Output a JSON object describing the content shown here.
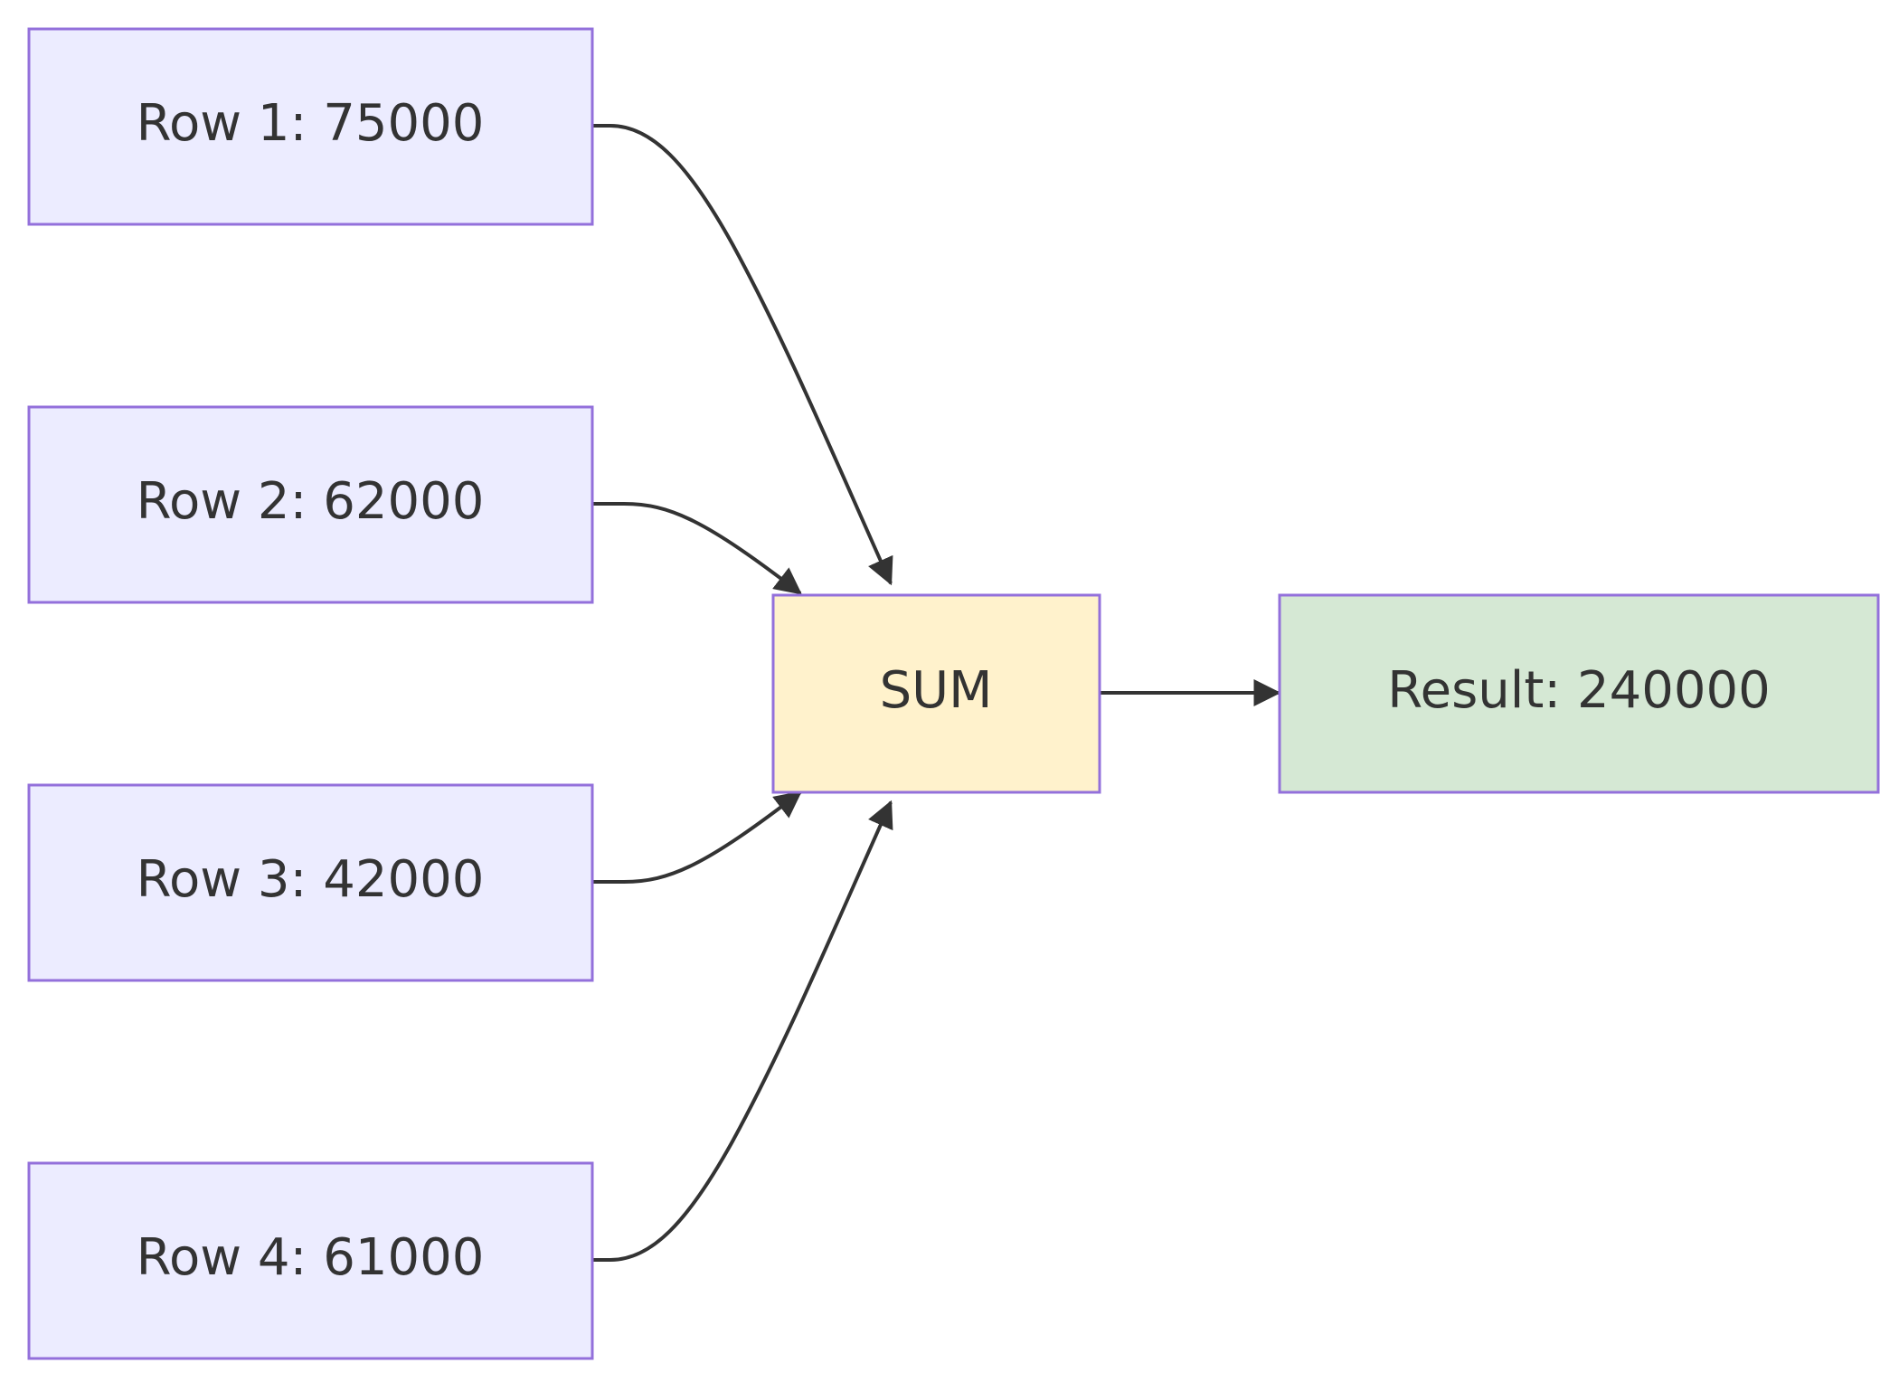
{
  "colors": {
    "input_fill": "#ececff",
    "sum_fill": "#fff2cc",
    "result_fill": "#d5e8d4",
    "node_border": "#9370db",
    "edge_stroke": "#333333",
    "text": "#333333"
  },
  "nodes": {
    "row1": {
      "label": "Row 1: 75000"
    },
    "row2": {
      "label": "Row 2: 62000"
    },
    "row3": {
      "label": "Row 3: 42000"
    },
    "row4": {
      "label": "Row 4: 61000"
    },
    "sum": {
      "label": "SUM"
    },
    "result": {
      "label": "Result: 240000"
    }
  },
  "edges": [
    {
      "from": "row1",
      "to": "sum"
    },
    {
      "from": "row2",
      "to": "sum"
    },
    {
      "from": "row3",
      "to": "sum"
    },
    {
      "from": "row4",
      "to": "sum"
    },
    {
      "from": "sum",
      "to": "result"
    }
  ]
}
